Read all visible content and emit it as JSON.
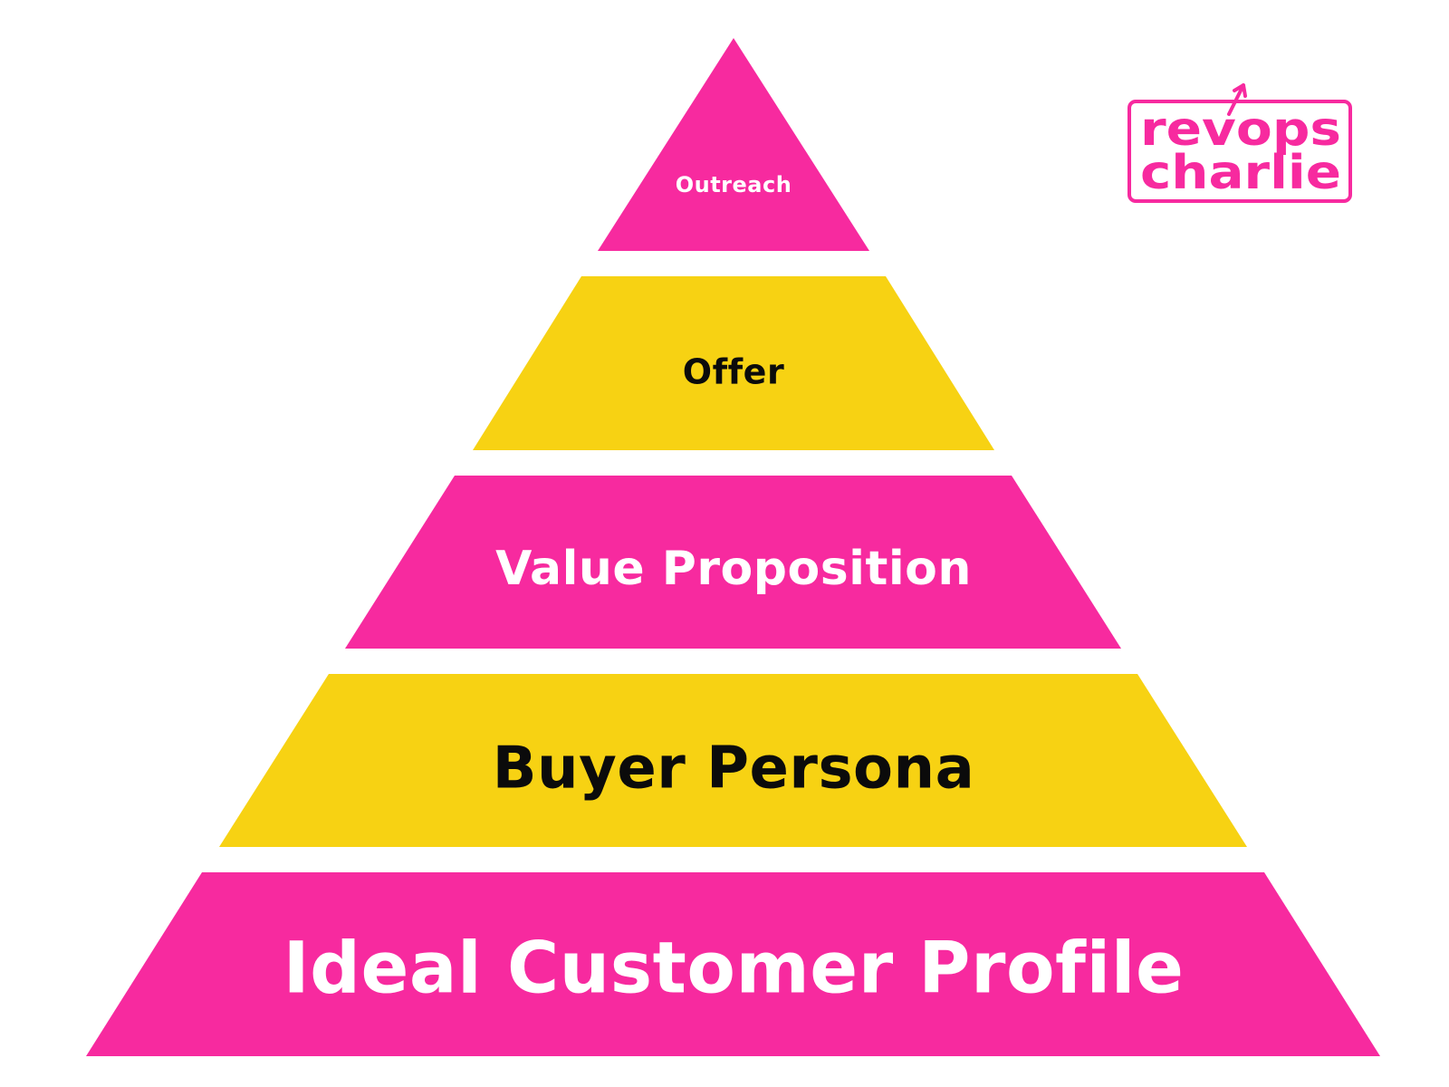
{
  "colors": {
    "pink": "#f72a9f",
    "yellow": "#f7d213",
    "white": "#ffffff",
    "black": "#0b0b0b"
  },
  "logo": {
    "line1": "revops",
    "line2": "charlie",
    "icon": "upward-arrow-icon"
  },
  "pyramid": {
    "tiers": [
      {
        "label": "Outreach",
        "fill": "#f72a9f",
        "text_color": "#ffffff"
      },
      {
        "label": "Offer",
        "fill": "#f7d213",
        "text_color": "#0b0b0b"
      },
      {
        "label": "Value Proposition",
        "fill": "#f72a9f",
        "text_color": "#ffffff"
      },
      {
        "label": "Buyer Persona",
        "fill": "#f7d213",
        "text_color": "#0b0b0b"
      },
      {
        "label": "Ideal Customer Profile",
        "fill": "#f72a9f",
        "text_color": "#ffffff"
      }
    ]
  }
}
